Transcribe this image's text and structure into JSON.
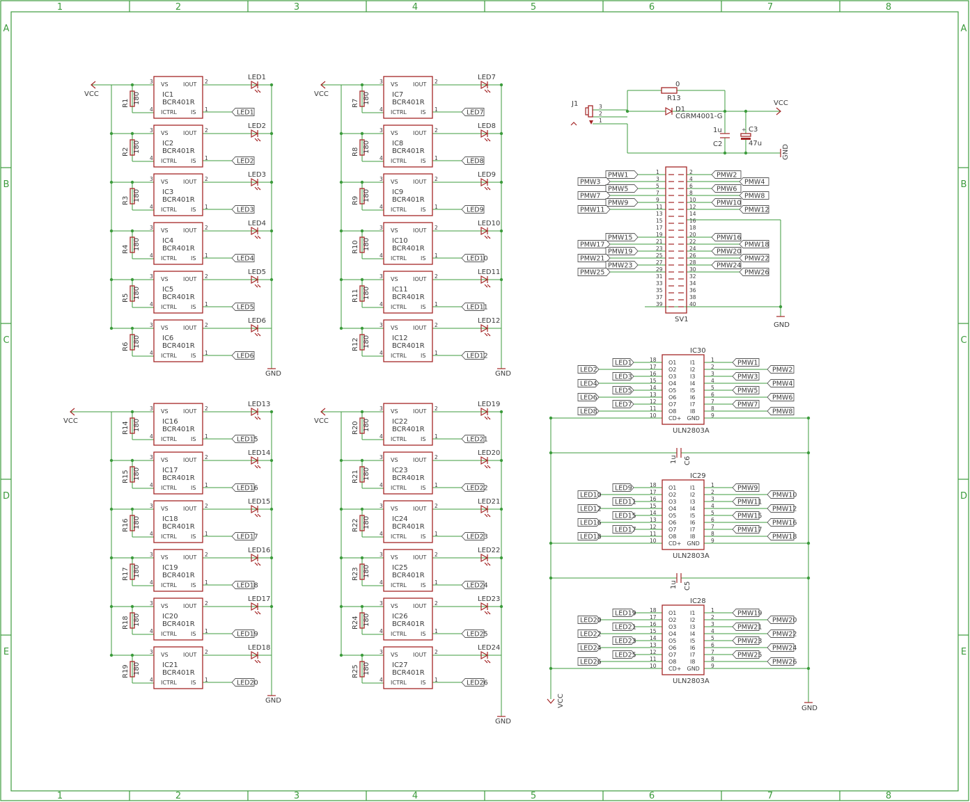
{
  "frame": {
    "columns": [
      "1",
      "2",
      "3",
      "4",
      "5",
      "6",
      "7",
      "8"
    ],
    "rows": [
      "A",
      "B",
      "C",
      "D",
      "E"
    ]
  },
  "nets": {
    "vcc": "VCC",
    "gnd": "GND"
  },
  "driver_part": {
    "value": "BCR401R",
    "resistor_value": "180",
    "pins": {
      "vs": "VS",
      "iout": "IOUT",
      "ictrl": "ICTRL",
      "is": "IS"
    },
    "pin_numbers": {
      "vs": "3",
      "iout": "2",
      "ictrl": "4",
      "is": "1"
    }
  },
  "driver_columns": [
    {
      "vcc_net": "VCC",
      "gnd_net": "GND",
      "cells": [
        {
          "ic": "IC1",
          "r": "R1",
          "led": "LED1",
          "flag": "LED1"
        },
        {
          "ic": "IC2",
          "r": "R2",
          "led": "LED2",
          "flag": "LED2"
        },
        {
          "ic": "IC3",
          "r": "R3",
          "led": "LED3",
          "flag": "LED3"
        },
        {
          "ic": "IC4",
          "r": "R4",
          "led": "LED4",
          "flag": "LED4"
        },
        {
          "ic": "IC5",
          "r": "R5",
          "led": "LED5",
          "flag": "LED5"
        },
        {
          "ic": "IC6",
          "r": "R6",
          "led": "LED6",
          "flag": "LED6"
        }
      ]
    },
    {
      "vcc_net": "VCC",
      "gnd_net": "GND",
      "cells": [
        {
          "ic": "IC7",
          "r": "R7",
          "led": "LED7",
          "flag": "LED7"
        },
        {
          "ic": "IC8",
          "r": "R8",
          "led": "LED8",
          "flag": "LED8"
        },
        {
          "ic": "IC9",
          "r": "R9",
          "led": "LED9",
          "flag": "LED9"
        },
        {
          "ic": "IC10",
          "r": "R10",
          "led": "LED10",
          "flag": "LED10"
        },
        {
          "ic": "IC11",
          "r": "R11",
          "led": "LED11",
          "flag": "LED11"
        },
        {
          "ic": "IC12",
          "r": "R12",
          "led": "LED12",
          "flag": "LED12"
        }
      ]
    },
    {
      "vcc_net": "VCC",
      "gnd_net": "GND",
      "cells": [
        {
          "ic": "IC16",
          "r": "R14",
          "led": "LED13",
          "flag": "LED15"
        },
        {
          "ic": "IC17",
          "r": "R15",
          "led": "LED14",
          "flag": "LED16"
        },
        {
          "ic": "IC18",
          "r": "R16",
          "led": "LED15",
          "flag": "LED17"
        },
        {
          "ic": "IC19",
          "r": "R17",
          "led": "LED16",
          "flag": "LED18"
        },
        {
          "ic": "IC20",
          "r": "R18",
          "led": "LED17",
          "flag": "LED19"
        },
        {
          "ic": "IC21",
          "r": "R19",
          "led": "LED18",
          "flag": "LED20"
        }
      ]
    },
    {
      "vcc_net": "VCC",
      "gnd_net": "GND",
      "cells": [
        {
          "ic": "IC22",
          "r": "R20",
          "led": "LED19",
          "flag": "LED21"
        },
        {
          "ic": "IC23",
          "r": "R21",
          "led": "LED20",
          "flag": "LED22"
        },
        {
          "ic": "IC24",
          "r": "R22",
          "led": "LED21",
          "flag": "LED23"
        },
        {
          "ic": "IC25",
          "r": "R23",
          "led": "LED22",
          "flag": "LED24"
        },
        {
          "ic": "IC26",
          "r": "R24",
          "led": "LED23",
          "flag": "LED25"
        },
        {
          "ic": "IC27",
          "r": "R25",
          "led": "LED24",
          "flag": "LED26"
        }
      ]
    }
  ],
  "power_input": {
    "jack": {
      "name": "J1",
      "pins": [
        "3",
        "2",
        "1"
      ]
    },
    "r13": {
      "name": "R13",
      "value": "0"
    },
    "d1": {
      "name": "D1",
      "value": "CGRM4001-G"
    },
    "c2": {
      "name": "C2",
      "value": "1u"
    },
    "c3": {
      "name": "C3",
      "value": "47u",
      "plus": "+"
    },
    "vcc": "VCC",
    "gnd": "GND"
  },
  "header": {
    "name": "SV1",
    "gnd": "GND",
    "pins_left": [
      "1",
      "3",
      "5",
      "7",
      "9",
      "11",
      "13",
      "15",
      "17",
      "19",
      "21",
      "23",
      "25",
      "27",
      "29",
      "31",
      "33",
      "35",
      "37",
      "39"
    ],
    "pins_right": [
      "2",
      "4",
      "6",
      "8",
      "10",
      "12",
      "14",
      "16",
      "18",
      "20",
      "22",
      "24",
      "26",
      "28",
      "30",
      "32",
      "34",
      "36",
      "38",
      "40"
    ],
    "left_flags": [
      {
        "pin": "1",
        "name": "PMW1"
      },
      {
        "pin": "3",
        "name": "PMW3"
      },
      {
        "pin": "5",
        "name": "PMW5"
      },
      {
        "pin": "7",
        "name": "PMW7"
      },
      {
        "pin": "9",
        "name": "PMW9"
      },
      {
        "pin": "11",
        "name": "PMW11"
      },
      {
        "pin": "19",
        "name": "PMW15"
      },
      {
        "pin": "21",
        "name": "PMW17"
      },
      {
        "pin": "23",
        "name": "PMW19"
      },
      {
        "pin": "25",
        "name": "PMW21"
      },
      {
        "pin": "27",
        "name": "PMW23"
      },
      {
        "pin": "29",
        "name": "PMW25"
      }
    ],
    "right_flags": [
      {
        "pin": "2",
        "name": "PMW2"
      },
      {
        "pin": "4",
        "name": "PMW4"
      },
      {
        "pin": "6",
        "name": "PMW6"
      },
      {
        "pin": "8",
        "name": "PMW8"
      },
      {
        "pin": "10",
        "name": "PMW10"
      },
      {
        "pin": "12",
        "name": "PMW12"
      },
      {
        "pin": "20",
        "name": "PMW16"
      },
      {
        "pin": "22",
        "name": "PMW18"
      },
      {
        "pin": "24",
        "name": "PMW20"
      },
      {
        "pin": "26",
        "name": "PMW22"
      },
      {
        "pin": "28",
        "name": "PMW24"
      },
      {
        "pin": "30",
        "name": "PMW26"
      }
    ]
  },
  "arrays": {
    "part": "ULN2803A",
    "left_pins": [
      "O1",
      "O2",
      "O3",
      "O4",
      "O5",
      "O6",
      "O7",
      "O8",
      "CD+"
    ],
    "right_pins": [
      "I1",
      "I2",
      "I3",
      "I4",
      "I5",
      "I6",
      "I7",
      "I8",
      "GND"
    ],
    "left_pin_numbers": [
      "18",
      "17",
      "16",
      "15",
      "14",
      "13",
      "12",
      "11",
      "10"
    ],
    "right_pin_numbers": [
      "1",
      "2",
      "3",
      "4",
      "5",
      "6",
      "7",
      "8",
      "9"
    ],
    "vcc": "VCC",
    "gnd": "GND",
    "caps": [
      {
        "name": "C6",
        "value": "1u"
      },
      {
        "name": "C5",
        "value": "1u"
      }
    ],
    "chips": [
      {
        "name": "IC30",
        "outputs": [
          "LED1",
          "LED2",
          "LED3",
          "LED4",
          "LED5",
          "LED6",
          "LED7",
          "LED8"
        ],
        "inputs": [
          "PMW1",
          "PMW2",
          "PMW3",
          "PMW4",
          "PMW5",
          "PMW6",
          "PMW7",
          "PMW8"
        ]
      },
      {
        "name": "IC29",
        "outputs": [
          "LED9",
          "LED10",
          "LED11",
          "LED12",
          "LED15",
          "LED16",
          "LED17",
          "LED18"
        ],
        "inputs": [
          "PMW9",
          "PMW10",
          "PMW11",
          "PMW12",
          "PMW15",
          "PMW16",
          "PMW17",
          "PMW18"
        ]
      },
      {
        "name": "IC28",
        "outputs": [
          "LED19",
          "LED20",
          "LED21",
          "LED22",
          "LED23",
          "LED24",
          "LED25",
          "LED26"
        ],
        "inputs": [
          "PMW19",
          "PMW20",
          "PMW21",
          "PMW22",
          "PMW23",
          "PMW24",
          "PMW25",
          "PMW26"
        ]
      }
    ]
  }
}
